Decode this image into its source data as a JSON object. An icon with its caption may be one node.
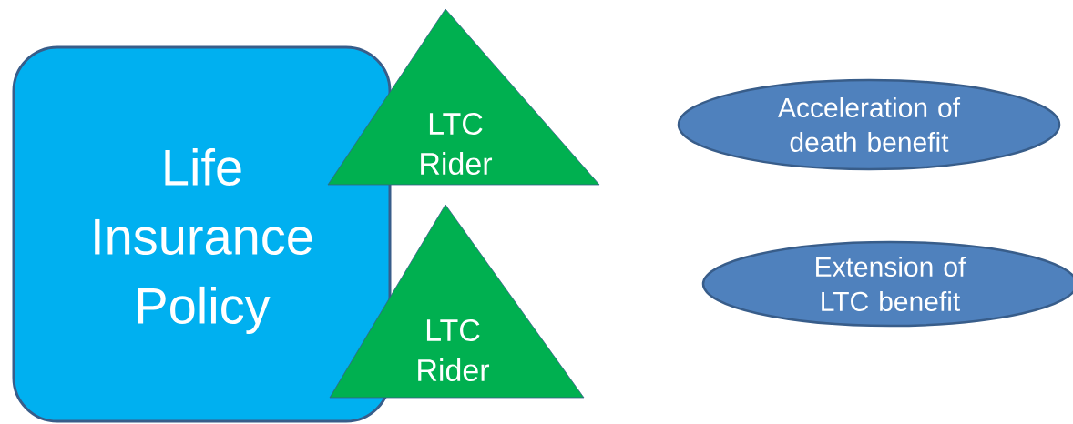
{
  "diagram": {
    "nodes": [
      {
        "text": [
          "Life Insurance Policy"
        ]
      },
      {
        "text": [
          "LTC Rider"
        ]
      },
      {
        "text": [
          "LTC Rider"
        ]
      },
      {
        "text": [
          "Acceleration of death benefit"
        ]
      },
      {
        "text": [
          "Extension of LTC benefit"
        ]
      }
    ]
  }
}
